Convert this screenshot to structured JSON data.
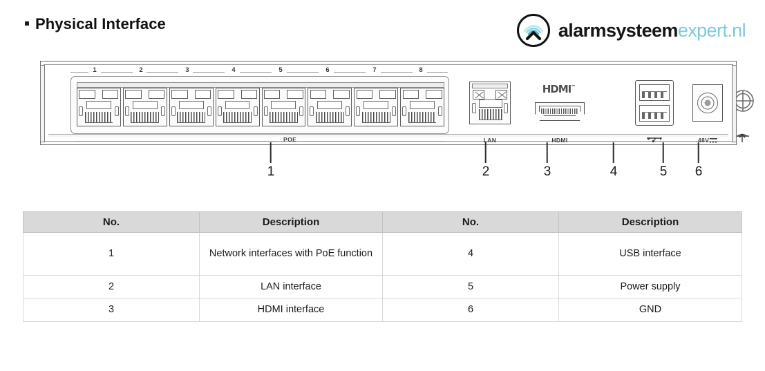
{
  "page": {
    "title": "Physical Interface"
  },
  "logo": {
    "brand_bold": "alarmsysteem",
    "brand_light": "expert.nl",
    "accent_color": "#7fcad8",
    "mark_name": "alarm-signal-icon"
  },
  "device": {
    "poe_group_label": "POE",
    "port_numbers": [
      "1",
      "2",
      "3",
      "4",
      "5",
      "6",
      "7",
      "8"
    ],
    "labels": {
      "lan": "LAN",
      "hdmi_logo": "HDMI",
      "hdmi_logo_tm": "™",
      "hdmi": "HDMI",
      "usb": "usb-icon",
      "power": "48V",
      "gnd": "gnd-icon"
    }
  },
  "callouts": [
    {
      "number": "1"
    },
    {
      "number": "2"
    },
    {
      "number": "3"
    },
    {
      "number": "4"
    },
    {
      "number": "5"
    },
    {
      "number": "6"
    }
  ],
  "table": {
    "headers": [
      "No.",
      "Description",
      "No.",
      "Description"
    ],
    "rows": [
      {
        "no_left": "1",
        "desc_left": "Network interfaces with PoE function",
        "no_right": "4",
        "desc_right": "USB interface"
      },
      {
        "no_left": "2",
        "desc_left": "LAN interface",
        "no_right": "5",
        "desc_right": "Power supply"
      },
      {
        "no_left": "3",
        "desc_left": "HDMI interface",
        "no_right": "6",
        "desc_right": "GND"
      }
    ]
  }
}
